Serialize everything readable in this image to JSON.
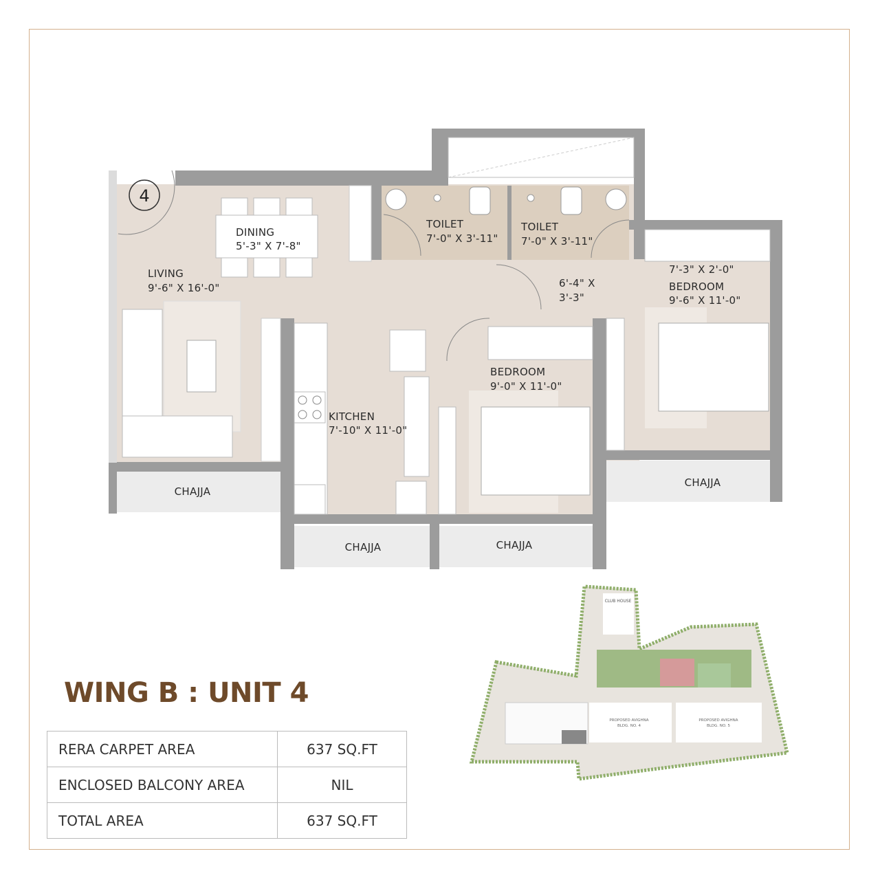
{
  "unit_title": "WING B : UNIT 4",
  "unit_number": "4",
  "rooms": {
    "dining": {
      "name": "DINING",
      "size": "5'-3\" X 7'-8\""
    },
    "living": {
      "name": "LIVING",
      "size": "9'-6\" X 16'-0\""
    },
    "toilet1": {
      "name": "TOILET",
      "size": "7'-0\" X 3'-11\""
    },
    "toilet2": {
      "name": "TOILET",
      "size": "7'-0\" X 3'-11\""
    },
    "passage": {
      "size_line1": "6'-4\" X",
      "size_line2": "3'-3\""
    },
    "wardrobe": {
      "size": "7'-3\" X 2'-0\""
    },
    "bedroom1": {
      "name": "BEDROOM",
      "size": "9'-6\" X 11'-0\""
    },
    "bedroom2": {
      "name": "BEDROOM",
      "size": "9'-0\" X 11'-0\""
    },
    "kitchen": {
      "name": "KITCHEN",
      "size": "7'-10\" X 11'-0\""
    },
    "chajja_labels": [
      "CHAJJA",
      "CHAJJA",
      "CHAJJA",
      "CHAJJA"
    ]
  },
  "site_plan": {
    "club_house": "CLUB HOUSE",
    "bldg4_line1": "PROPOSED AVIGHNA",
    "bldg4_line2": "BLDG. NO. 4",
    "bldg5_line1": "PROPOSED AVIGHNA",
    "bldg5_line2": "BLDG. NO. 5"
  },
  "area_table": [
    {
      "label": "RERA CARPET AREA",
      "value": "637 SQ.FT"
    },
    {
      "label": "ENCLOSED BALCONY AREA",
      "value": "NIL"
    },
    {
      "label": "TOTAL AREA",
      "value": "637 SQ.FT"
    }
  ],
  "colors": {
    "accent": "#6e4a2a",
    "frame": "#d4b08c",
    "wall": "#9c9c9c",
    "floor": "#e6ddd5"
  }
}
